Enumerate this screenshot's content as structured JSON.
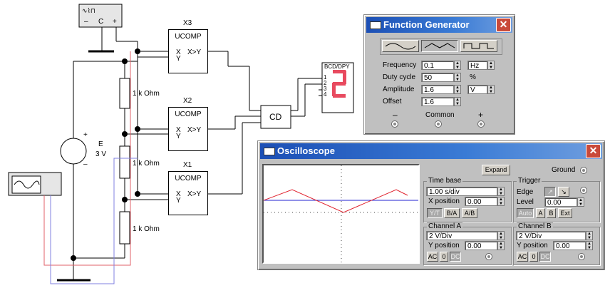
{
  "circuit": {
    "comparators": [
      {
        "ref": "X3",
        "type": "UCOMP",
        "in_x": "X",
        "in_y": "Y",
        "out": "X>Y"
      },
      {
        "ref": "X2",
        "type": "UCOMP",
        "in_x": "X",
        "in_y": "Y",
        "out": "X>Y"
      },
      {
        "ref": "X1",
        "type": "UCOMP",
        "in_x": "X",
        "in_y": "Y",
        "out": "X>Y"
      }
    ],
    "resistors": [
      "1 k Ohm",
      "1 k Ohm",
      "1 k Ohm"
    ],
    "source": {
      "name": "E",
      "value": "3 V",
      "plus": "+",
      "minus": "–"
    },
    "encoder": "CD",
    "display": {
      "title": "BCD/DPY",
      "pins": [
        "1",
        "2",
        "3",
        "4"
      ],
      "digit": "2"
    },
    "fg_terminals": [
      "–",
      "C",
      "+"
    ]
  },
  "function_generator": {
    "title": "Function Generator",
    "waveforms": [
      "sine",
      "triangle",
      "square"
    ],
    "selected_waveform": "triangle",
    "fields": [
      {
        "label": "Frequency",
        "value": "0.1",
        "unit": "Hz"
      },
      {
        "label": "Duty cycle",
        "value": "50",
        "unit": "%"
      },
      {
        "label": "Amplitude",
        "value": "1.6",
        "unit": "V"
      },
      {
        "label": "Offset",
        "value": "1.6",
        "unit": ""
      }
    ],
    "terminals": {
      "minus": "–",
      "common": "Common",
      "plus": "+"
    }
  },
  "oscilloscope": {
    "title": "Oscilloscope",
    "expand_label": "Expand",
    "ground_label": "Ground",
    "time_base": {
      "title": "Time base",
      "value": "1.00 s/div",
      "xpos_label": "X position",
      "xpos_value": "0.00",
      "modes": [
        "Y/T",
        "B/A",
        "A/B"
      ]
    },
    "trigger": {
      "title": "Trigger",
      "edge_label": "Edge",
      "level_label": "Level",
      "level_value": "0.00",
      "sources": [
        "Auto",
        "A",
        "B",
        "Ext"
      ]
    },
    "channel_a": {
      "title": "Channel A",
      "scale": "2 V/Div",
      "ypos_label": "Y position",
      "ypos_value": "0.00",
      "coupling": [
        "AC",
        "0",
        "DC"
      ]
    },
    "channel_b": {
      "title": "Channel B",
      "scale": "2 V/Div",
      "ypos_label": "Y position",
      "ypos_value": "0.00",
      "coupling": [
        "AC",
        "0",
        "DC"
      ]
    },
    "colors": {
      "trace_a": "#e0202c",
      "trace_b": "#2020d0",
      "screen_bg": "#ffffff"
    }
  }
}
